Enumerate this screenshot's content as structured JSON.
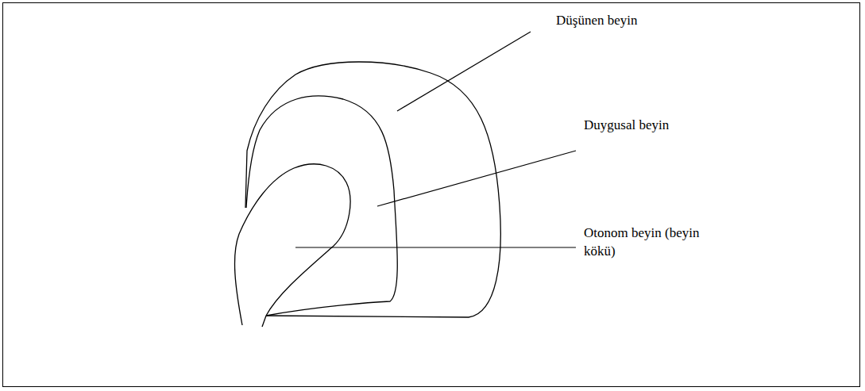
{
  "diagram": {
    "labels": [
      "Düşünen beyin",
      "Duygusal beyin",
      "Otonom beyin (beyin kökü)"
    ]
  }
}
